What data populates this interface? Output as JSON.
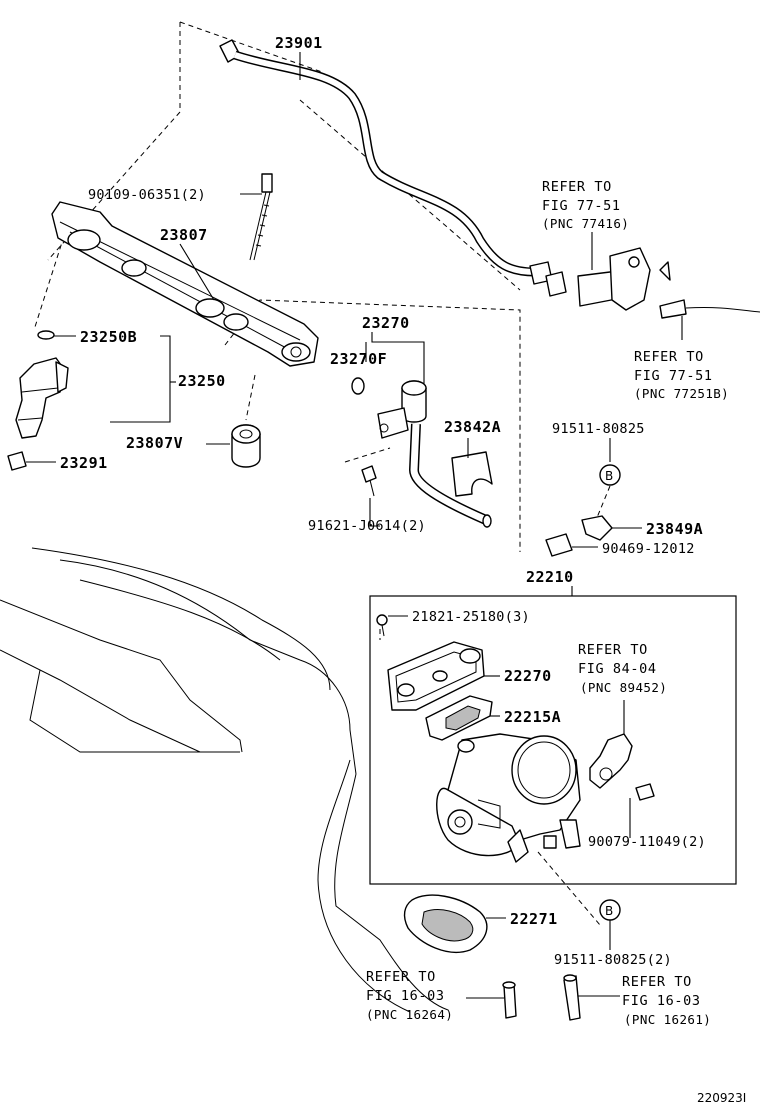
{
  "diagram_code": "220923I",
  "parts": {
    "p23901": "23901",
    "p90109": "90109-06351(2)",
    "p23807": "23807",
    "p23250B": "23250B",
    "p23250": "23250",
    "p23807V": "23807V",
    "p23291": "23291",
    "p23270": "23270",
    "p23270F": "23270F",
    "p23842A": "23842A",
    "p91621": "91621-J0614(2)",
    "p91511a": "91511-80825",
    "p23849A": "23849A",
    "p90469": "90469-12012",
    "p22210": "22210",
    "p21821": "21821-25180(3)",
    "p22270": "22270",
    "p22215A": "22215A",
    "p90079": "90079-11049(2)",
    "p22271": "22271",
    "p91511b": "91511-80825(2)"
  },
  "markers": {
    "b1": "B",
    "b2": "B"
  },
  "refs": {
    "r77416": {
      "l1": "REFER TO",
      "l2": "FIG 77-51",
      "l3": "(PNC 77416)"
    },
    "r77251": {
      "l1": "REFER TO",
      "l2": "FIG 77-51",
      "l3": "(PNC 77251B)"
    },
    "r89452": {
      "l1": "REFER TO",
      "l2": "FIG 84-04",
      "l3": "(PNC 89452)"
    },
    "r16264": {
      "l1": "REFER TO",
      "l2": "FIG 16-03",
      "l3": "(PNC 16264)"
    },
    "r16261": {
      "l1": "REFER TO",
      "l2": "FIG 16-03",
      "l3": "(PNC 16261)"
    }
  }
}
